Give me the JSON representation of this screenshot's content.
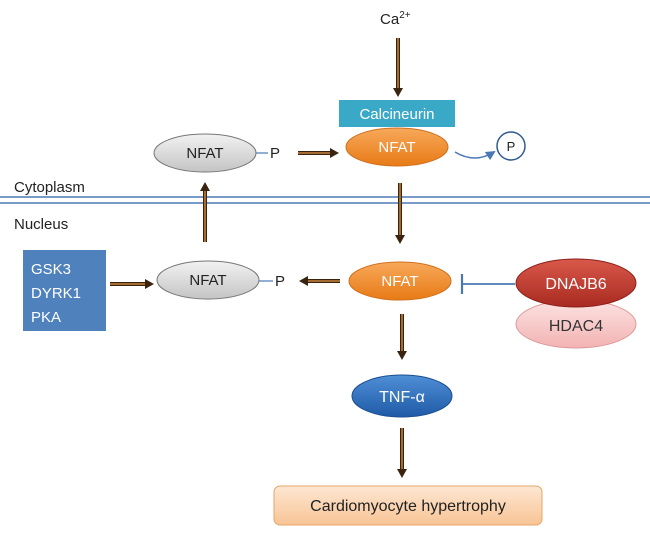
{
  "ca": {
    "label": "Ca",
    "superscript": "2+"
  },
  "calcineurin": {
    "label": "Calcineurin"
  },
  "nfat_cyto_active": {
    "label": "NFAT"
  },
  "nfat_cyto_phospho": {
    "label": "NFAT",
    "phosphate": "P"
  },
  "released_phosphate": {
    "label": "P"
  },
  "compartments": {
    "cytoplasm": "Cytoplasm",
    "nucleus": "Nucleus"
  },
  "kinases": {
    "items": [
      "GSK3",
      "DYRK1",
      "PKA"
    ]
  },
  "nfat_nuc_phospho": {
    "label": "NFAT",
    "phosphate": "P"
  },
  "nfat_nuc_active": {
    "label": "NFAT"
  },
  "dnajb6": {
    "label": "DNAJB6"
  },
  "hdac4": {
    "label": "HDAC4"
  },
  "tnf": {
    "label": "TNF-α"
  },
  "outcome": {
    "label": "Cardiomyocyte hypertrophy"
  },
  "colors": {
    "arrow": "#3a2410",
    "arrow_highlight": "#c8843c",
    "nfat_active": "#ef8a2a",
    "nfat_inactive": "#d6d6d6",
    "calcineurin": "#39a9c7",
    "kinase_box": "#4f81bd",
    "membrane": "#4a78b5",
    "dnajb6": "#c0392b",
    "hdac4": "#f6c5c5",
    "tnf": "#2f6db8",
    "outcome_fill": "#fbd7b5",
    "inhibitor": "#4a78b5"
  }
}
